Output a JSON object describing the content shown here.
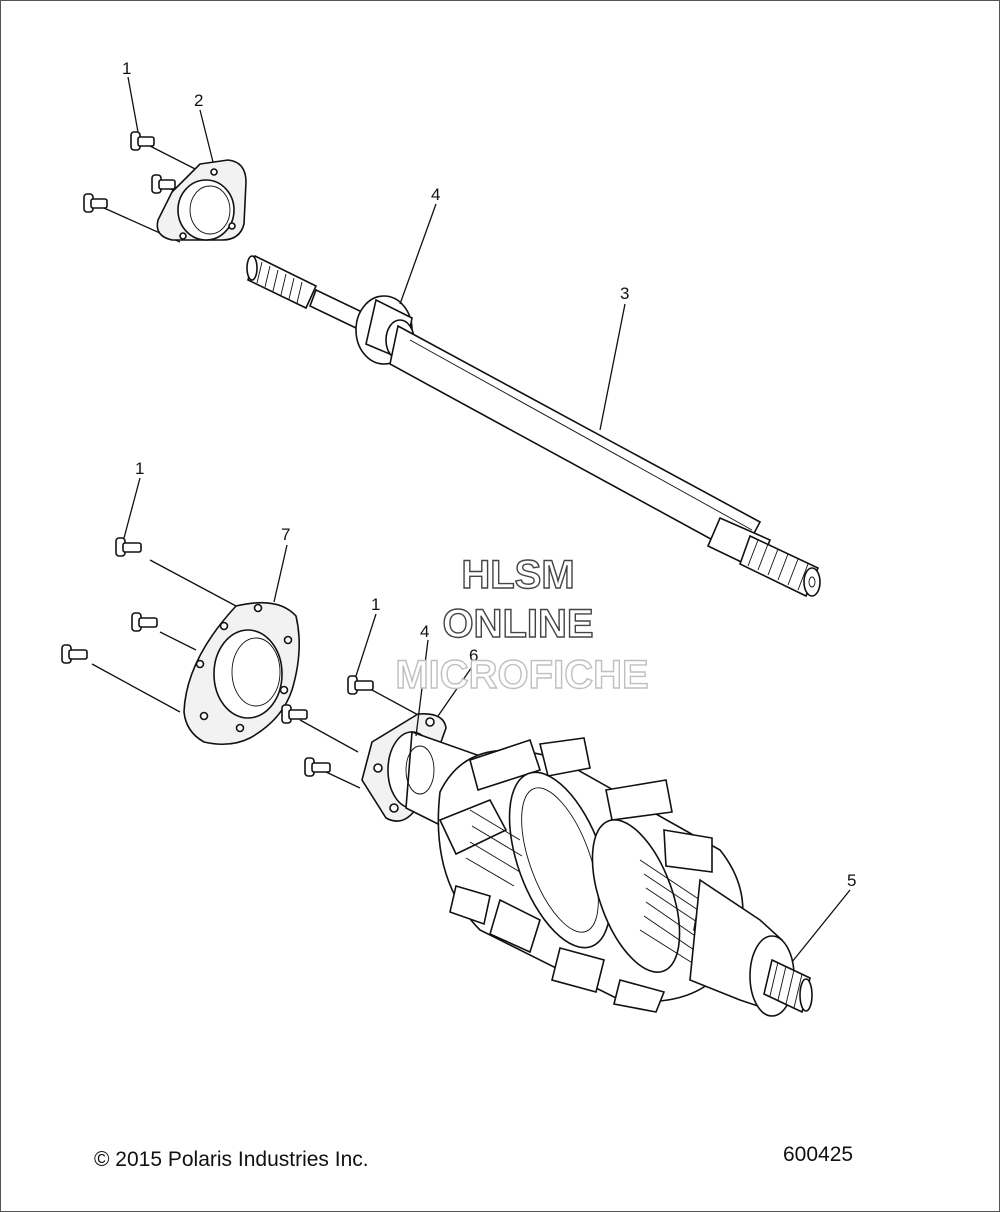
{
  "diagram": {
    "callouts": {
      "c1_top": "1",
      "c2": "2",
      "c4_top": "4",
      "c3": "3",
      "c1_mid": "1",
      "c7": "7",
      "c1_low": "1",
      "c4_low": "4",
      "c6": "6",
      "c5": "5"
    },
    "watermark": {
      "line1": "HLSM",
      "line2": "ONLINE",
      "line3": "MICROFICHE"
    },
    "copyright": "© 2015 Polaris Industries Inc.",
    "figure_number": "600425"
  }
}
